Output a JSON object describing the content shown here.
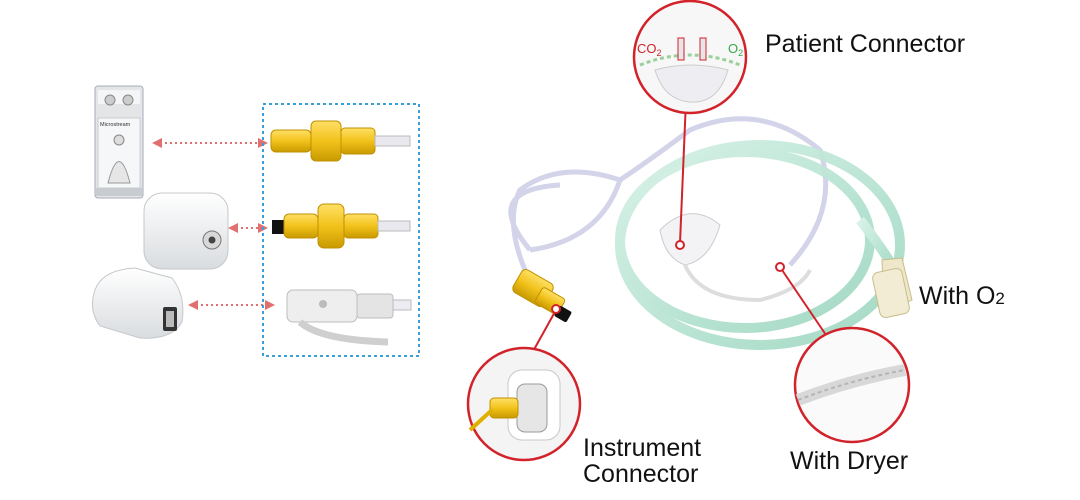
{
  "labels": {
    "patient_connector": "Patient Connector",
    "with_o2_prefix": "With O",
    "with_o2_sub": "2",
    "instrument_connector_line1": "Instrument",
    "instrument_connector_line2": "Connector",
    "with_dryer": "With Dryer"
  },
  "callout_patient": {
    "co2_prefix": "CO",
    "co2_sub": "2",
    "o2_prefix": "O",
    "o2_sub": "2"
  },
  "device_monitor": {
    "brand_text": "Microstream"
  },
  "colors": {
    "callout_red": "#d2222a",
    "connector_yellow": "#f2c21b",
    "tube_green": "#bfe6d8",
    "dashed_blue": "#3aa0d8",
    "arrow_red": "#e07070"
  },
  "icons": [
    "magnifier-callout",
    "connector",
    "monitor"
  ]
}
